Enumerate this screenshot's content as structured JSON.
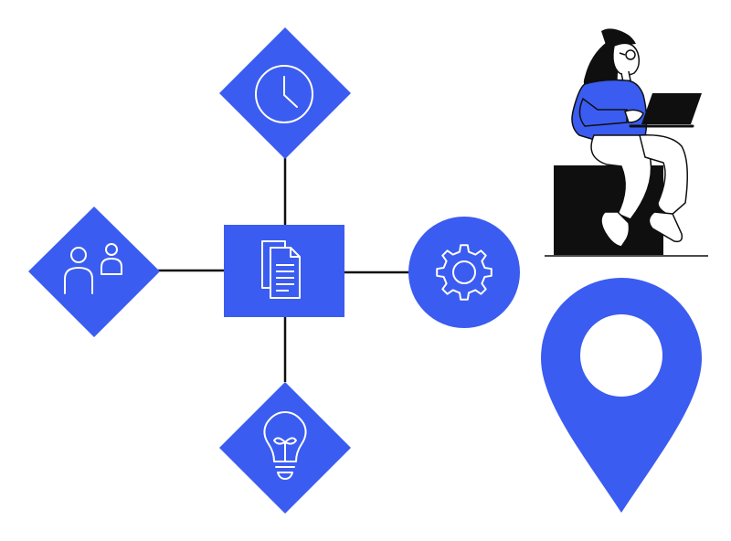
{
  "colors": {
    "primary_blue": "#3b5cf0",
    "ink": "#0f0f0f",
    "background": "#ffffff",
    "icon_stroke": "#ffffff"
  },
  "diagram": {
    "center_node": {
      "shape": "square",
      "icon": "document-icon"
    },
    "nodes": [
      {
        "id": "top",
        "shape": "diamond",
        "icon": "clock-icon"
      },
      {
        "id": "left",
        "shape": "diamond",
        "icon": "users-icon"
      },
      {
        "id": "bottom",
        "shape": "diamond",
        "icon": "lightbulb-icon"
      },
      {
        "id": "right",
        "shape": "circle",
        "icon": "gear-icon"
      }
    ],
    "connectors": [
      "top",
      "left",
      "bottom",
      "right"
    ]
  },
  "illustration": {
    "person": "woman-with-laptop",
    "seat": "black-box",
    "marker": "location-pin-icon"
  }
}
